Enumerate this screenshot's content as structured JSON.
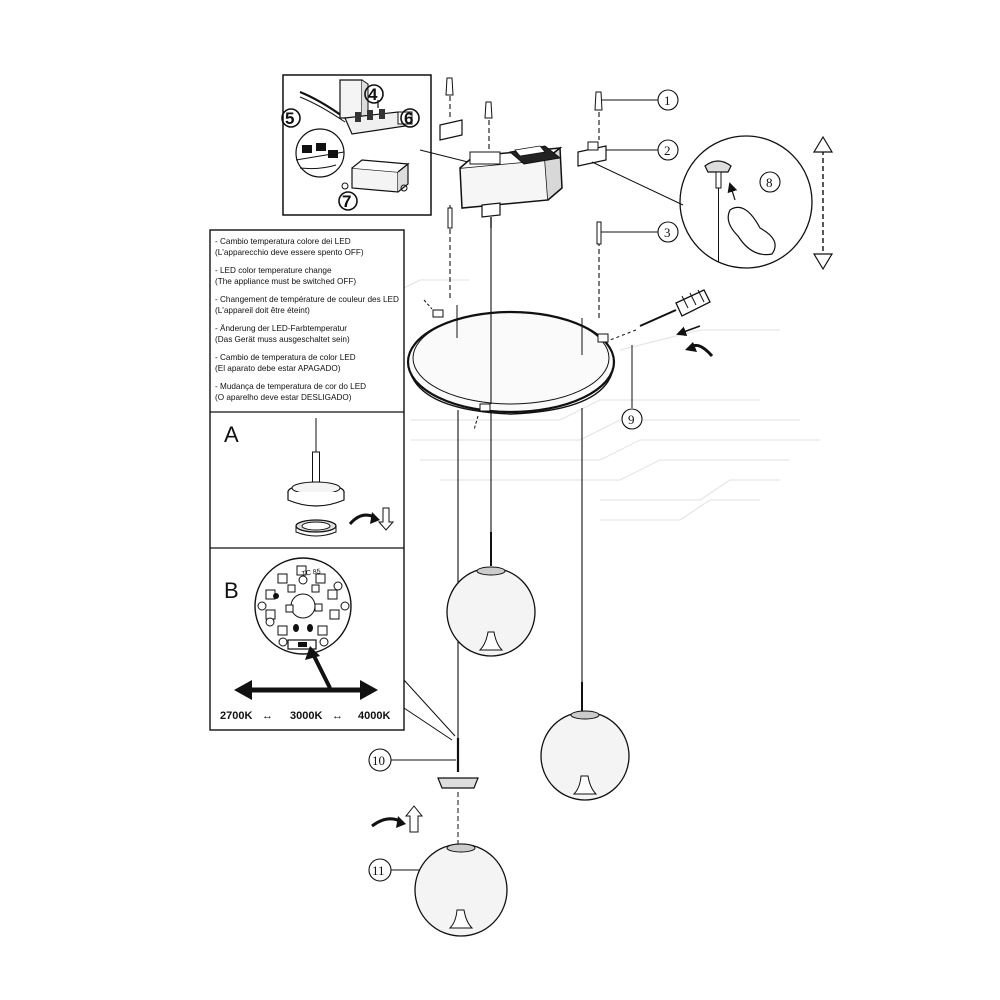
{
  "instructions": [
    {
      "lang": "it",
      "title": "- Cambio temperatura colore dei LED",
      "note": "(L'apparecchio deve essere spento OFF)"
    },
    {
      "lang": "en",
      "title": "- LED color temperature change",
      "note": "(The appliance must be switched OFF)"
    },
    {
      "lang": "fr",
      "title": "- Changement de température de couleur des LED",
      "note": "(L'appareil doit être éteint)"
    },
    {
      "lang": "de",
      "title": "- Änderung der LED-Farbtemperatur",
      "note": "(Das Gerät muss ausgeschaltet sein)"
    },
    {
      "lang": "es",
      "title": "- Cambio de temperatura de color LED",
      "note": "(El aparato debe estar APAGADO)"
    },
    {
      "lang": "pt",
      "title": "- Mudança de temperatura de cor do LED",
      "note": "(O aparelho deve estar DESLIGADO)"
    }
  ],
  "panels": {
    "a": {
      "letter": "A"
    },
    "b": {
      "letter": "B",
      "chip_label": "TC 85"
    }
  },
  "color_temperatures": [
    "2700K",
    "3000K",
    "4000K"
  ],
  "kelvin_arrow": "↔",
  "callouts": {
    "n1": "1",
    "n2": "2",
    "n3": "3",
    "n4": "4",
    "n5": "5",
    "n6": "6",
    "n7": "7",
    "n8": "8",
    "n9": "9",
    "n10": "10",
    "n11": "11"
  },
  "colors": {
    "ink": "#111111",
    "glass": "#f4f4f4",
    "faint": "#e4e4e4"
  }
}
